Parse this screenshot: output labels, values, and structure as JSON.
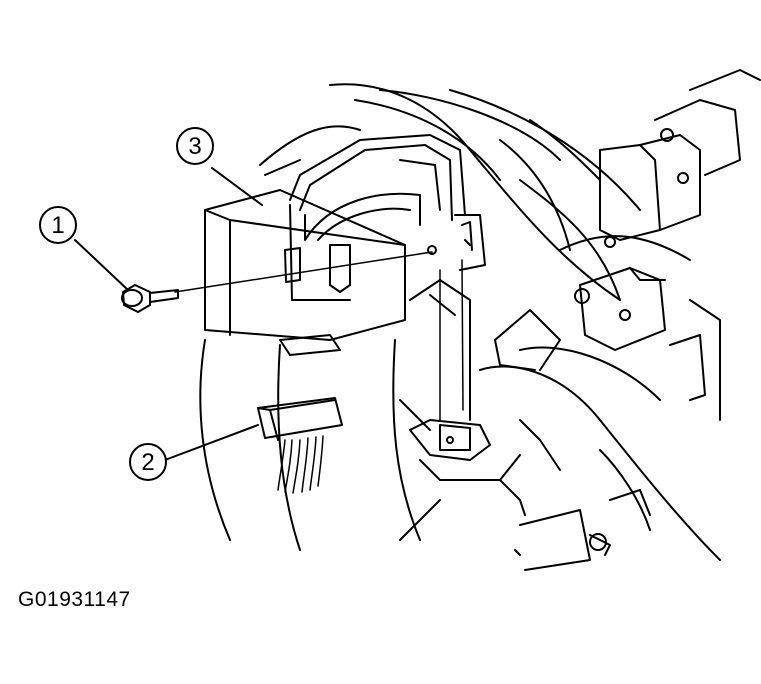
{
  "figure": {
    "id": "G01931147",
    "callouts": [
      {
        "label": "1"
      },
      {
        "label": "2"
      },
      {
        "label": "3"
      }
    ]
  },
  "colors": {
    "line": "#000000",
    "background": "#ffffff"
  }
}
